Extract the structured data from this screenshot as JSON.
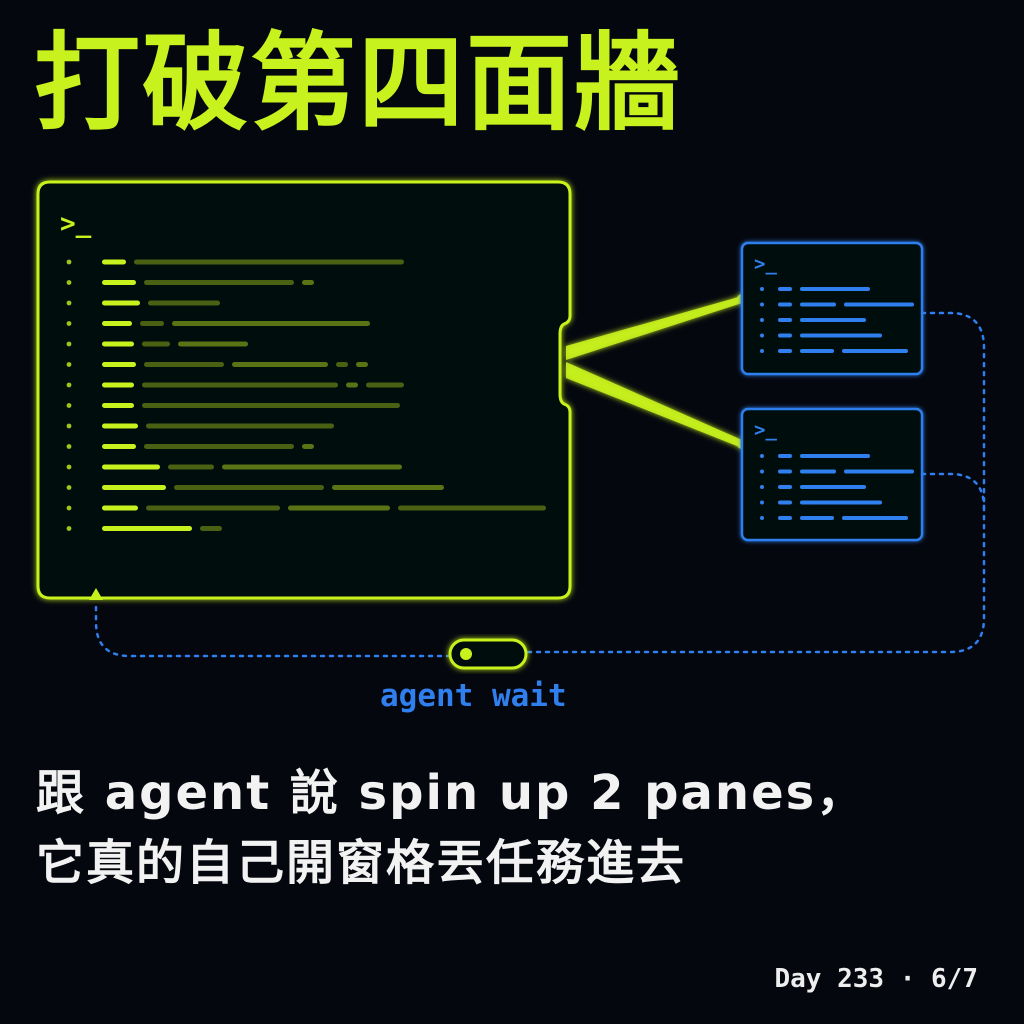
{
  "title": "打破第四面牆",
  "main_terminal": {
    "prompt": ">_"
  },
  "panes": [
    {
      "prompt": ">_"
    },
    {
      "prompt": ">_"
    }
  ],
  "wait_label": "agent wait",
  "caption": {
    "line1": "跟 agent 說 spin up 2 panes，",
    "line2": "它真的自己開窗格丟任務進去"
  },
  "footer": "Day 233 · 6/7",
  "colors": {
    "accent_green": "#c8f21e",
    "accent_blue": "#2f7fee",
    "background": "#05070f",
    "caption_text": "#f2f2f2"
  },
  "icons": [
    "terminal-prompt-icon",
    "toggle-switch-icon",
    "up-arrow-icon"
  ]
}
